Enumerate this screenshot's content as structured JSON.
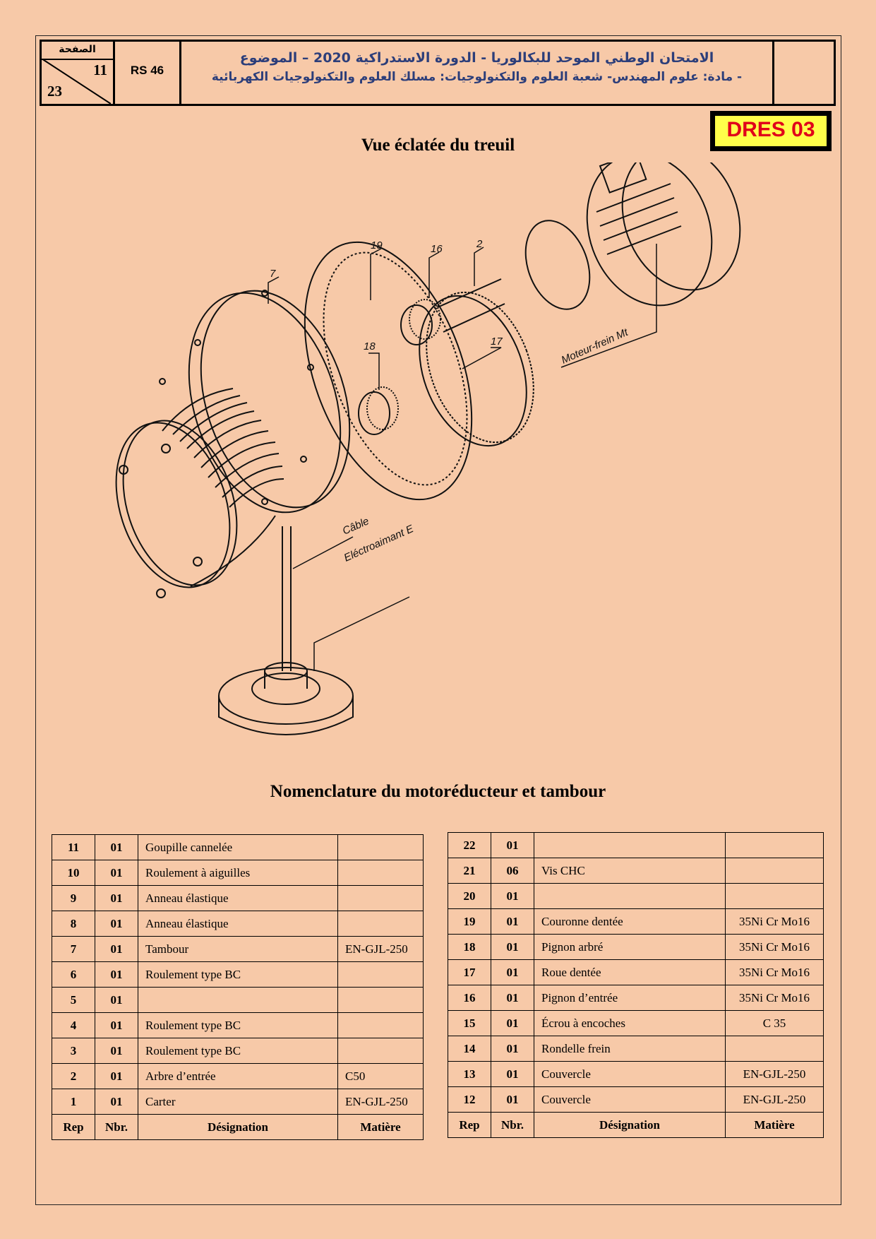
{
  "header": {
    "page_label": "الصفحة",
    "page_current": "11",
    "page_total": "23",
    "code": "RS 46",
    "title_line1": "الامتحان الوطني الموحد للبكالوريا - الدورة الاستدراكية 2020 – الموضوع",
    "title_line2": "- مادة: علوم المهندس- شعبة العلوم والتكنولوجيات: مسلك العلوم والتكنولوجيات الكهربائية"
  },
  "badge": "DRES 03",
  "drawing": {
    "title": "Vue éclatée du treuil",
    "labels": {
      "l7": "7",
      "l19": "19",
      "l16": "16",
      "l2": "2",
      "l18": "18",
      "l17": "17",
      "motor": "Moteur-frein Mt",
      "cable": "Câble",
      "magnet": "Eléctroaimant E"
    }
  },
  "nomenclature": {
    "title": "Nomenclature du motoréducteur et tambour",
    "headers": {
      "rep": "Rep",
      "nbr": "Nbr.",
      "designation": "Désignation",
      "matiere": "Matière"
    },
    "left": [
      {
        "rep": "11",
        "nbr": "01",
        "designation": "Goupille cannelée",
        "matiere": ""
      },
      {
        "rep": "10",
        "nbr": "01",
        "designation": "Roulement à aiguilles",
        "matiere": ""
      },
      {
        "rep": "9",
        "nbr": "01",
        "designation": "Anneau élastique",
        "matiere": ""
      },
      {
        "rep": "8",
        "nbr": "01",
        "designation": "Anneau élastique",
        "matiere": ""
      },
      {
        "rep": "7",
        "nbr": "01",
        "designation": "Tambour",
        "matiere": "EN-GJL-250"
      },
      {
        "rep": "6",
        "nbr": "01",
        "designation": "Roulement type BC",
        "matiere": ""
      },
      {
        "rep": "5",
        "nbr": "01",
        "designation": "",
        "matiere": ""
      },
      {
        "rep": "4",
        "nbr": "01",
        "designation": "Roulement type BC",
        "matiere": ""
      },
      {
        "rep": "3",
        "nbr": "01",
        "designation": "Roulement type BC",
        "matiere": ""
      },
      {
        "rep": "2",
        "nbr": "01",
        "designation": "Arbre d’entrée",
        "matiere": "C50"
      },
      {
        "rep": "1",
        "nbr": "01",
        "designation": "Carter",
        "matiere": "EN-GJL-250"
      }
    ],
    "right": [
      {
        "rep": "22",
        "nbr": "01",
        "designation": "",
        "matiere": ""
      },
      {
        "rep": "21",
        "nbr": "06",
        "designation": "Vis CHC",
        "matiere": ""
      },
      {
        "rep": "20",
        "nbr": "01",
        "designation": "",
        "matiere": ""
      },
      {
        "rep": "19",
        "nbr": "01",
        "designation": "Couronne dentée",
        "matiere": "35Ni Cr Mo16"
      },
      {
        "rep": "18",
        "nbr": "01",
        "designation": "Pignon arbré",
        "matiere": "35Ni Cr Mo16"
      },
      {
        "rep": "17",
        "nbr": "01",
        "designation": "Roue dentée",
        "matiere": "35Ni Cr Mo16"
      },
      {
        "rep": "16",
        "nbr": "01",
        "designation": "Pignon d’entrée",
        "matiere": "35Ni Cr Mo16"
      },
      {
        "rep": "15",
        "nbr": "01",
        "designation": "Écrou à encoches",
        "matiere": "C 35"
      },
      {
        "rep": "14",
        "nbr": "01",
        "designation": "Rondelle frein",
        "matiere": ""
      },
      {
        "rep": "13",
        "nbr": "01",
        "designation": "Couvercle",
        "matiere": "EN-GJL-250"
      },
      {
        "rep": "12",
        "nbr": "01",
        "designation": "Couvercle",
        "matiere": "EN-GJL-250"
      }
    ]
  }
}
